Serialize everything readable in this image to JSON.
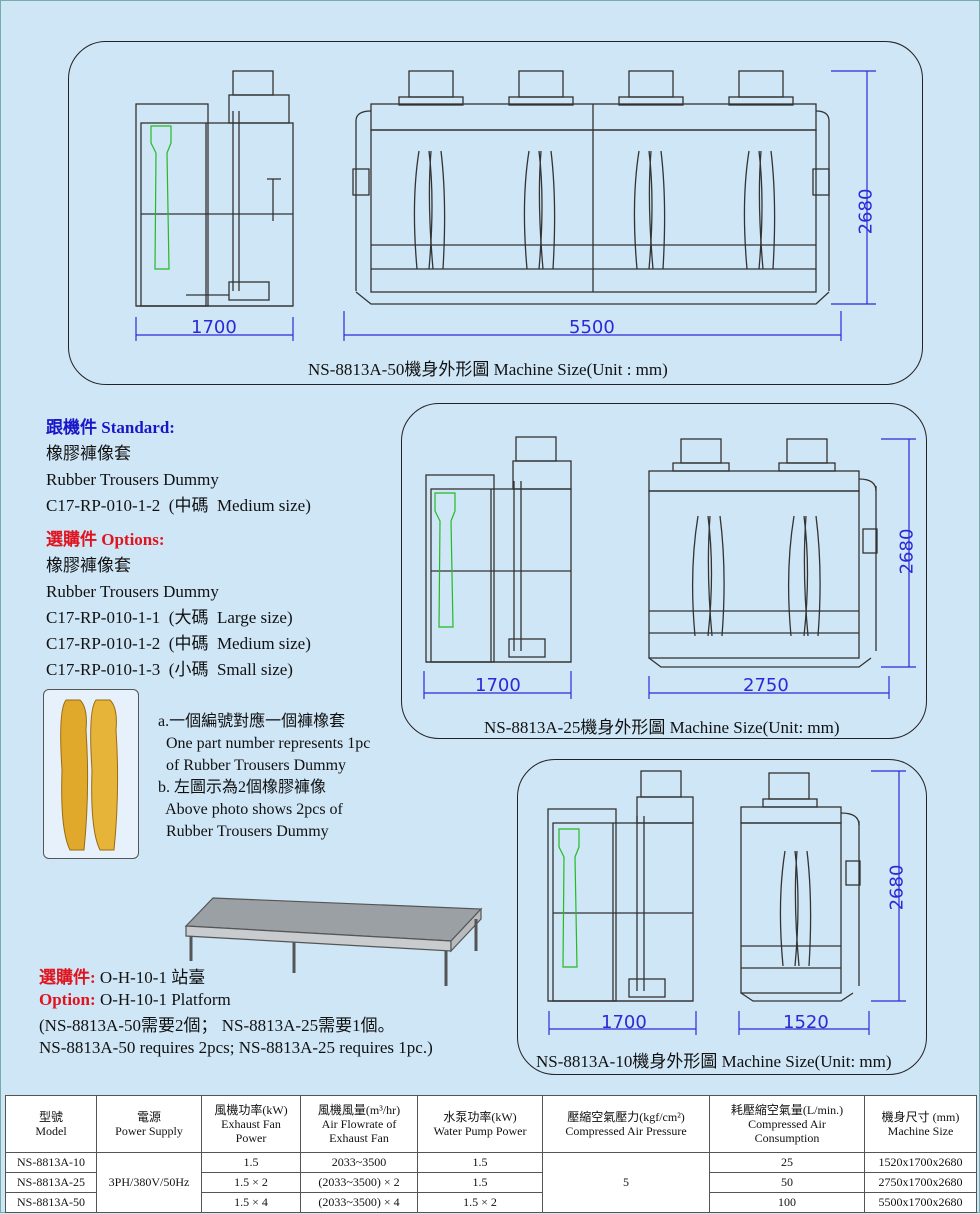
{
  "top_panel": {
    "caption": "NS-8813A-50機身外形圖 Machine Size(Unit : mm)",
    "dim_side": "1700",
    "dim_width": "5500",
    "dim_height": "2680"
  },
  "standard": {
    "heading_zh": "跟機件",
    "heading_en": "Standard:",
    "lines": [
      "橡膠褲像套",
      "Rubber Trousers Dummy",
      "C17-RP-010-1-2  (中碼  Medium size)"
    ]
  },
  "options": {
    "heading_zh": "選購件",
    "heading_en": "Options:",
    "lines": [
      "橡膠褲像套",
      "Rubber Trousers Dummy",
      "C17-RP-010-1-1  (大碼  Large size)",
      "C17-RP-010-1-2  (中碼  Medium size)",
      "C17-RP-010-1-3  (小碼  Small size)"
    ]
  },
  "notes": {
    "lines": [
      "a.一個編號對應一個褲橡套",
      "  One part number represents 1pc",
      "  of Rubber Trousers Dummy",
      "b. 左圖示為2個橡膠褲像",
      "  Above photo shows 2pcs of",
      "  Rubber Trousers Dummy"
    ]
  },
  "mid_panel": {
    "caption": "NS-8813A-25機身外形圖 Machine Size(Unit: mm)",
    "dim_side": "1700",
    "dim_width": "2750",
    "dim_height": "2680"
  },
  "bottom_panel": {
    "caption": "NS-8813A-10機身外形圖 Machine Size(Unit: mm)",
    "dim_side": "1700",
    "dim_width": "1520",
    "dim_height": "2680"
  },
  "platform": {
    "zh_label": "選購件:",
    "zh_text": " O-H-10-1 站臺",
    "en_label": "Option:",
    "en_text": " O-H-10-1 Platform",
    "note_zh": "(NS-8813A-50需要2個；  NS-8813A-25需要1個。",
    "note_en": "NS-8813A-50 requires 2pcs; NS-8813A-25 requires 1pc.)"
  },
  "table": {
    "headers": [
      [
        "型號",
        "Model"
      ],
      [
        "電源",
        "Power Supply"
      ],
      [
        "風機功率(kW)",
        "Exhaust Fan",
        "Power"
      ],
      [
        "風機風量(m³/hr)",
        "Air Flowrate of",
        "Exhaust Fan"
      ],
      [
        "水泵功率(kW)",
        "Water Pump Power"
      ],
      [
        "壓縮空氣壓力(kgf/cm²)",
        "Compressed Air Pressure"
      ],
      [
        "耗壓縮空氣量(L/min.)",
        "Compressed Air",
        "Consumption"
      ],
      [
        "機身尺寸 (mm)",
        "Machine Size"
      ]
    ],
    "power_supply": "3PH/380V/50Hz",
    "pressure": "5",
    "rows": [
      {
        "model": "NS-8813A-10",
        "fan": "1.5",
        "flow": "2033~3500",
        "pump": "1.5",
        "consumption": "25",
        "size": "1520x1700x2680"
      },
      {
        "model": "NS-8813A-25",
        "fan": "1.5 × 2",
        "flow": "(2033~3500) × 2",
        "pump": "1.5",
        "consumption": "50",
        "size": "2750x1700x2680"
      },
      {
        "model": "NS-8813A-50",
        "fan": "1.5 × 4",
        "flow": "(2033~3500) × 4",
        "pump": "1.5 × 2",
        "consumption": "100",
        "size": "5500x1700x2680"
      }
    ]
  },
  "colors": {
    "background": "#cfe6f6",
    "dimension": "#2a2ad8",
    "standard_heading": "#1818c8",
    "option_heading": "#e0141e",
    "dummy_outline": "#22bb22"
  }
}
